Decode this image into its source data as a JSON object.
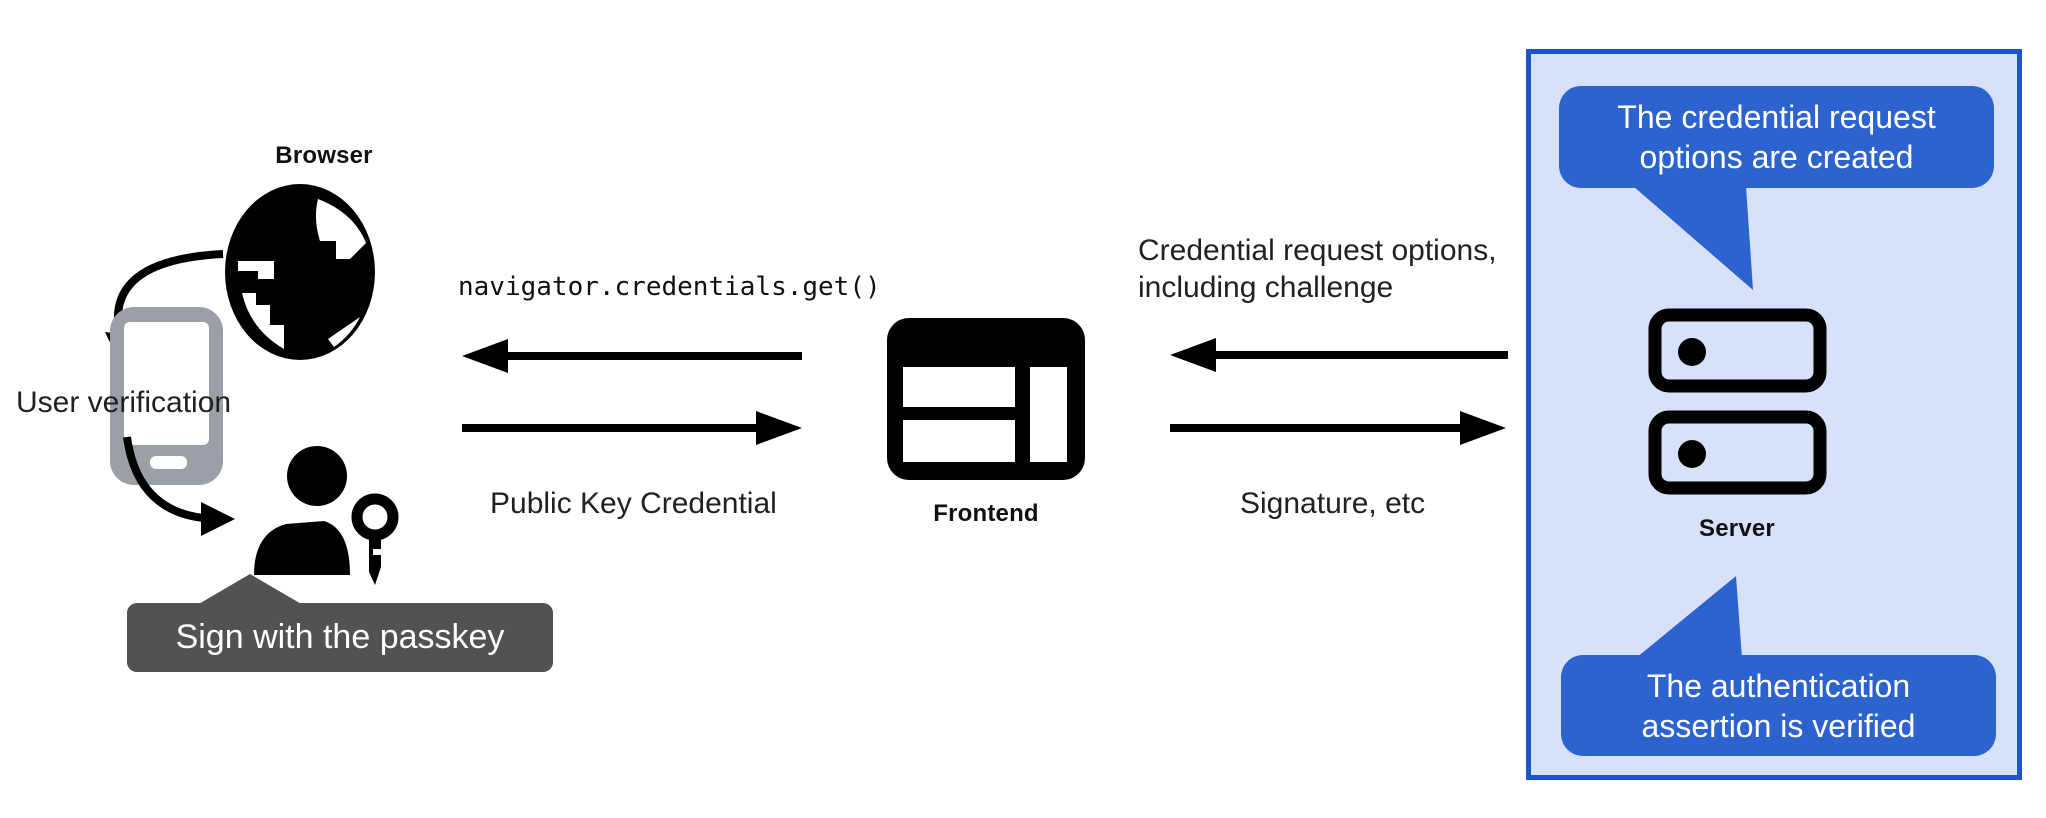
{
  "diagram": {
    "client_section": {
      "browser_label": "Browser",
      "user_verification_label": "User verification",
      "passkey_tooltip": "Sign with the passkey"
    },
    "browser_frontend_flow": {
      "call_label": "navigator.credentials.get()",
      "return_label": "Public Key Credential"
    },
    "frontend": {
      "label": "Frontend"
    },
    "frontend_server_flow": {
      "request_label_line1": "Credential request options,",
      "request_label_line2": "including challenge",
      "response_label": "Signature, etc"
    },
    "server_section": {
      "server_label": "Server",
      "top_callout": {
        "line1": "The credential request",
        "line2": "options are created"
      },
      "bottom_callout": {
        "line1": "The authentication",
        "line2": "assertion is verified"
      }
    },
    "colors": {
      "callout_blue": "#2d63cf",
      "panel_fill": "#d7e1fa",
      "panel_border": "#1c57c9",
      "tooltip_gray": "#525255",
      "phone_gray": "#9aa0a6",
      "icon_black": "#000000",
      "text_color": "#202124"
    }
  }
}
